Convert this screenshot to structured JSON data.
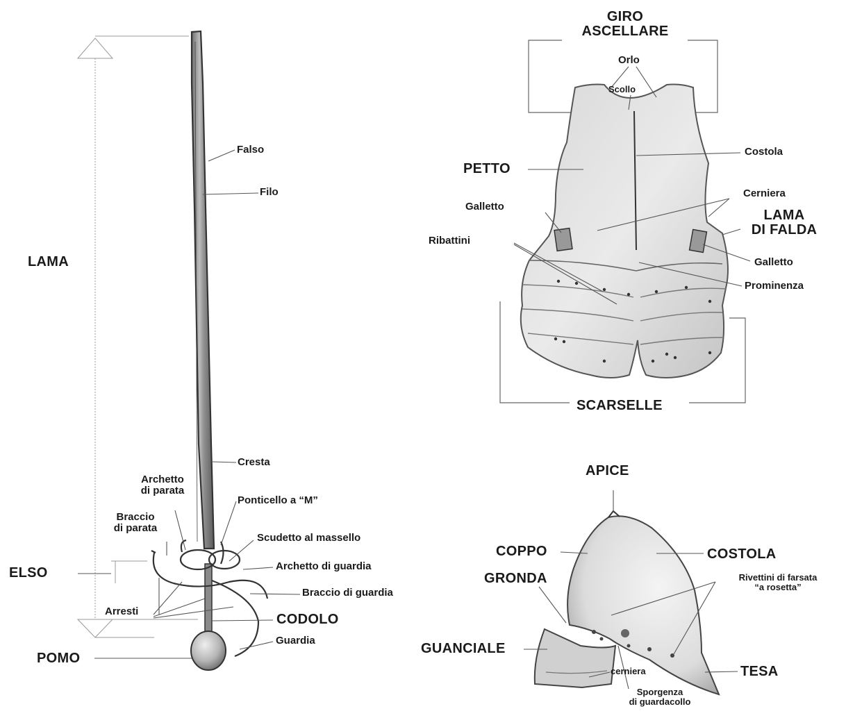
{
  "sword": {
    "lama": "LAMA",
    "elso": "ELSO",
    "pomo": "POMO",
    "falso": "Falso",
    "filo": "Filo",
    "cresta": "Cresta",
    "archetto_parata": [
      "Archetto",
      "di parata"
    ],
    "ponticello": "Ponticello a “M”",
    "braccio_parata": [
      "Braccio",
      "di parata"
    ],
    "scudetto": "Scudetto al massello",
    "archetto_guardia": "Archetto di guardia",
    "braccio_guardia": "Braccio di guardia",
    "arresti": "Arresti",
    "codolo": "CODOLO",
    "guardia": "Guardia"
  },
  "cuirass": {
    "giro_ascellare": [
      "GIRO",
      "ASCELLARE"
    ],
    "orlo": "Orlo",
    "scollo": "Scollo",
    "costola": "Costola",
    "petto": "PETTO",
    "cerniera": "Cerniera",
    "galletto_left": "Galletto",
    "lama_di_falda": [
      "LAMA",
      "DI FALDA"
    ],
    "ribattini": "Ribattini",
    "galletto_right": "Galletto",
    "prominenza": "Prominenza",
    "scarselle": "SCARSELLE"
  },
  "helmet": {
    "apice": "APICE",
    "coppo": "COPPO",
    "costola": "COSTOLA",
    "gronda": "GRONDA",
    "rivettini": [
      "Rivettini di farsata",
      "“a rosetta”"
    ],
    "guanciale": "GUANCIALE",
    "tesa": "TESA",
    "cerniera": "cerniera",
    "sporgenza": [
      "Sporgenza",
      "di guardacollo"
    ]
  },
  "colors": {
    "ink": "#1a1a1a",
    "metal_light": "#e6e6e6",
    "metal_mid": "#bdbdbd",
    "metal_dark": "#7a7a7a"
  }
}
